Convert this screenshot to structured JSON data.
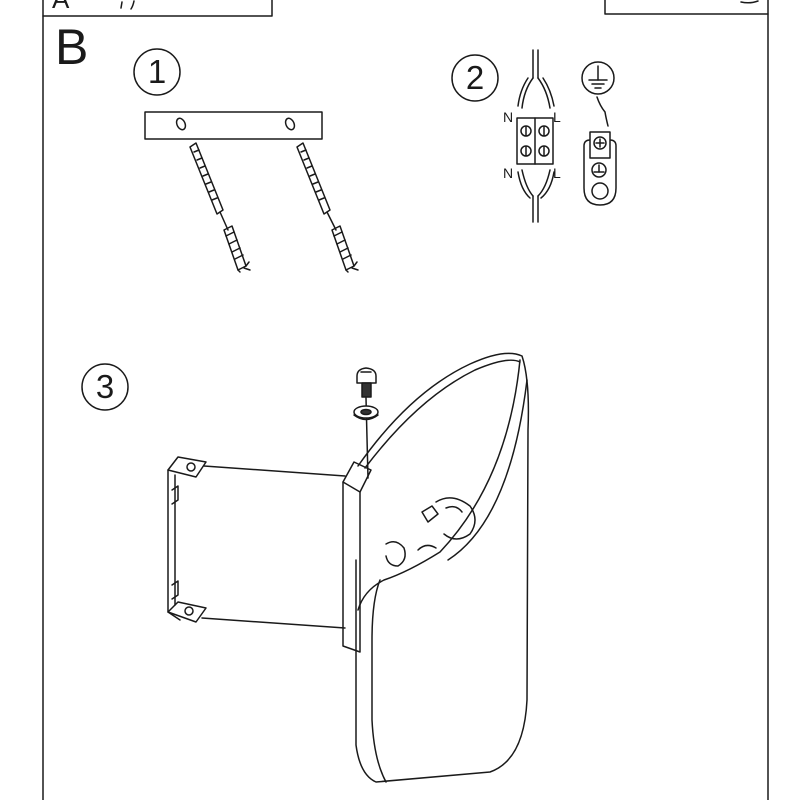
{
  "prev_section": {
    "letter": "A"
  },
  "section": {
    "letter": "B"
  },
  "steps": [
    {
      "number": "1"
    },
    {
      "number": "2"
    },
    {
      "number": "3"
    }
  ],
  "wiring": {
    "neutral_label": "N",
    "live_label": "L"
  },
  "icons": [
    "ground-symbol-icon",
    "terminal-block-icon",
    "ground-terminal-icon",
    "screw-icon",
    "washer-icon",
    "wall-plug-icon"
  ]
}
